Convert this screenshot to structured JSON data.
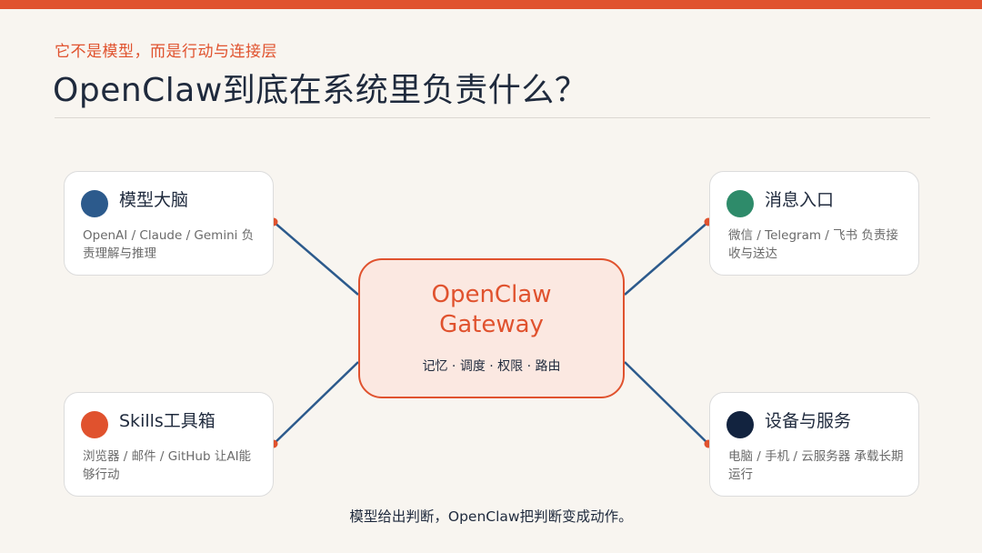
{
  "header": {
    "subtitle": "它不是模型，而是行动与连接层",
    "title": "OpenClaw到底在系统里负责什么？"
  },
  "hub": {
    "name_line1": "OpenClaw",
    "name_line2": "Gateway",
    "tags": "记忆 · 调度 · 权限 · 路由"
  },
  "cards": [
    {
      "title": "模型大脑",
      "desc": "OpenAI / Claude / Gemini 负责理解与推理",
      "dot_color": "#2c5a8c"
    },
    {
      "title": "Skills工具箱",
      "desc": "浏览器 / 邮件 / GitHub 让AI能够行动",
      "dot_color": "#e0522e"
    },
    {
      "title": "消息入口",
      "desc": "微信 / Telegram / 飞书 负责接收与送达",
      "dot_color": "#2e8b6a"
    },
    {
      "title": "设备与服务",
      "desc": "电脑 / 手机 / 云服务器 承载长期运行",
      "dot_color": "#12233f"
    }
  ],
  "footer": {
    "text": "模型给出判断，OpenClaw把判断变成动作。"
  },
  "colors": {
    "accent": "#e0522e",
    "line": "#2c5a8c",
    "background": "#f8f5f0"
  }
}
